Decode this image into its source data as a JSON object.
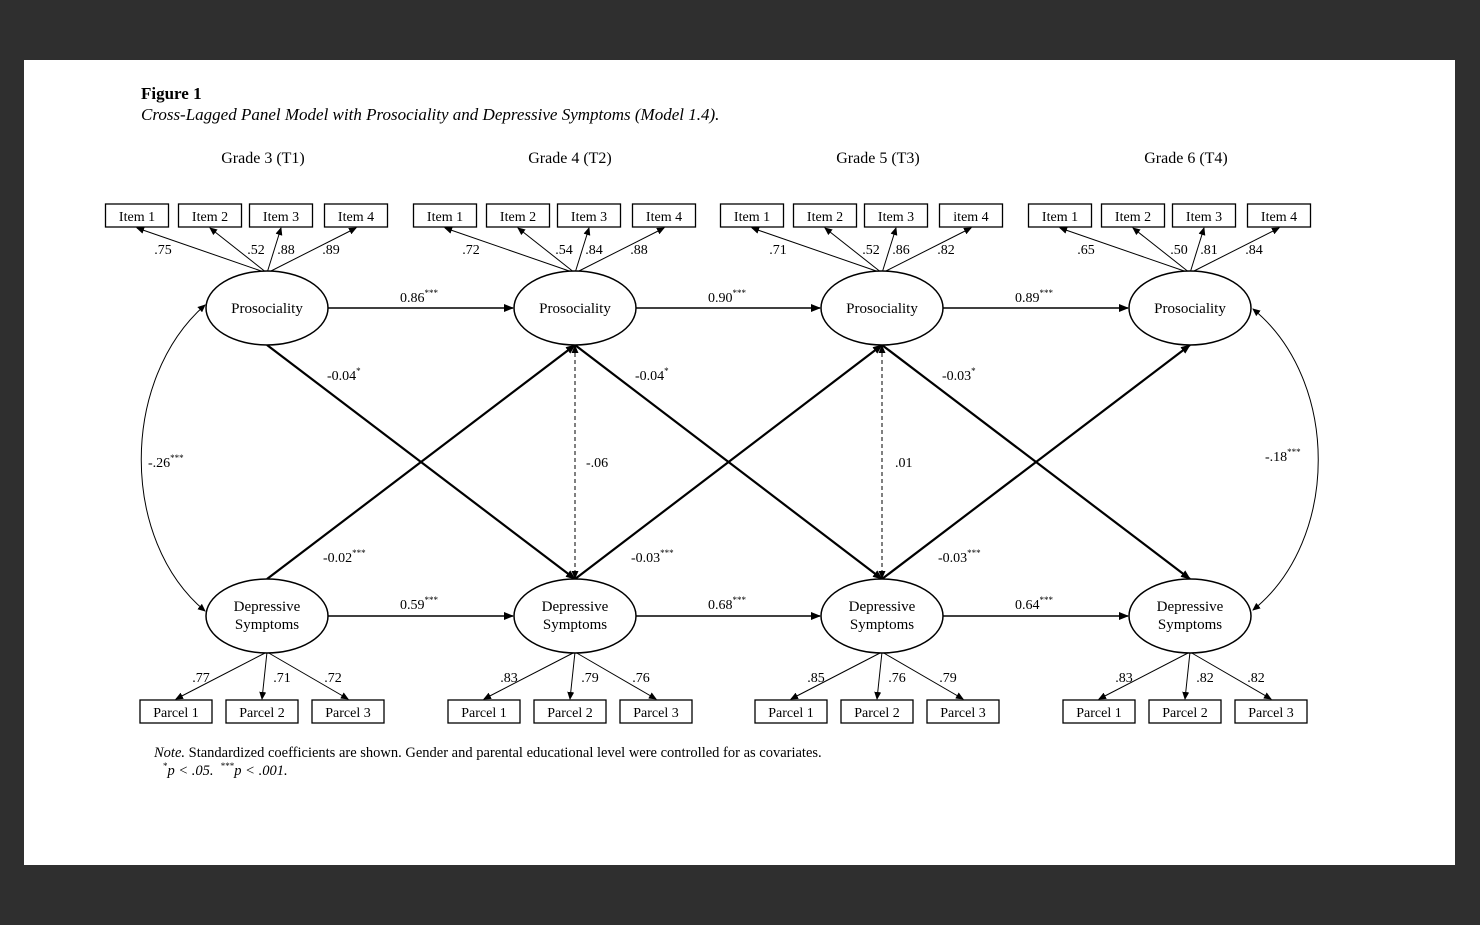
{
  "figure": {
    "label": "Figure 1",
    "caption": "Cross-Lagged Panel Model with Prosociality and Depressive Symptoms (Model 1.4)."
  },
  "waves": [
    {
      "grade": "Grade 3 (T1)",
      "items": [
        "Item 1",
        "Item 2",
        "Item 3",
        "Item 4"
      ],
      "item_loadings": [
        ".75",
        ".52",
        ".88",
        ".89"
      ],
      "prosociality": "Prosociality",
      "depressive": [
        "Depressive",
        "Symptoms"
      ],
      "parcels": [
        "Parcel 1",
        "Parcel 2",
        "Parcel 3"
      ],
      "parcel_loadings": [
        ".77",
        ".71",
        ".72"
      ]
    },
    {
      "grade": "Grade 4 (T2)",
      "items": [
        "Item 1",
        "Item 2",
        "Item 3",
        "Item 4"
      ],
      "item_loadings": [
        ".72",
        ".54",
        ".84",
        ".88"
      ],
      "prosociality": "Prosociality",
      "depressive": [
        "Depressive",
        "Symptoms"
      ],
      "parcels": [
        "Parcel 1",
        "Parcel 2",
        "Parcel 3"
      ],
      "parcel_loadings": [
        ".83",
        ".79",
        ".76"
      ]
    },
    {
      "grade": "Grade 5 (T3)",
      "items": [
        "Item 1",
        "Item 2",
        "Item 3",
        "item 4"
      ],
      "item_loadings": [
        ".71",
        ".52",
        ".86",
        ".82"
      ],
      "prosociality": "Prosociality",
      "depressive": [
        "Depressive",
        "Symptoms"
      ],
      "parcels": [
        "Parcel 1",
        "Parcel 2",
        "Parcel 3"
      ],
      "parcel_loadings": [
        ".85",
        ".76",
        ".79"
      ]
    },
    {
      "grade": "Grade 6 (T4)",
      "items": [
        "Item 1",
        "Item 2",
        "Item 3",
        "Item 4"
      ],
      "item_loadings": [
        ".65",
        ".50",
        ".81",
        ".84"
      ],
      "prosociality": "Prosociality",
      "depressive": [
        "Depressive",
        "Symptoms"
      ],
      "parcels": [
        "Parcel 1",
        "Parcel 2",
        "Parcel 3"
      ],
      "parcel_loadings": [
        ".83",
        ".82",
        ".82"
      ]
    }
  ],
  "paths": {
    "prosociality_stability": [
      {
        "coef": "0.86",
        "sig": "***"
      },
      {
        "coef": "0.90",
        "sig": "***"
      },
      {
        "coef": "0.89",
        "sig": "***"
      }
    ],
    "depressive_stability": [
      {
        "coef": "0.59",
        "sig": "***"
      },
      {
        "coef": "0.68",
        "sig": "***"
      },
      {
        "coef": "0.64",
        "sig": "***"
      }
    ],
    "pros_to_dep": [
      {
        "coef": "-0.04",
        "sig": "*"
      },
      {
        "coef": "-0.04",
        "sig": "*"
      },
      {
        "coef": "-0.03",
        "sig": "*"
      }
    ],
    "dep_to_pros": [
      {
        "coef": "-0.02",
        "sig": "***"
      },
      {
        "coef": "-0.03",
        "sig": "***"
      },
      {
        "coef": "-0.03",
        "sig": "***"
      }
    ],
    "covariances": [
      {
        "coef": "-.26",
        "sig": "***"
      },
      {
        "coef": "-.06",
        "sig": ""
      },
      {
        "coef": ".01",
        "sig": ""
      },
      {
        "coef": "-.18",
        "sig": "***"
      }
    ]
  },
  "note": {
    "label": "Note.",
    "text": " Standardized coefficients are shown. Gender and parental educational level were controlled for as covariates.",
    "sig1_mark": "*",
    "sig1_text": "p < .05.",
    "sig2_mark": "***",
    "sig2_text": "p < .001."
  }
}
